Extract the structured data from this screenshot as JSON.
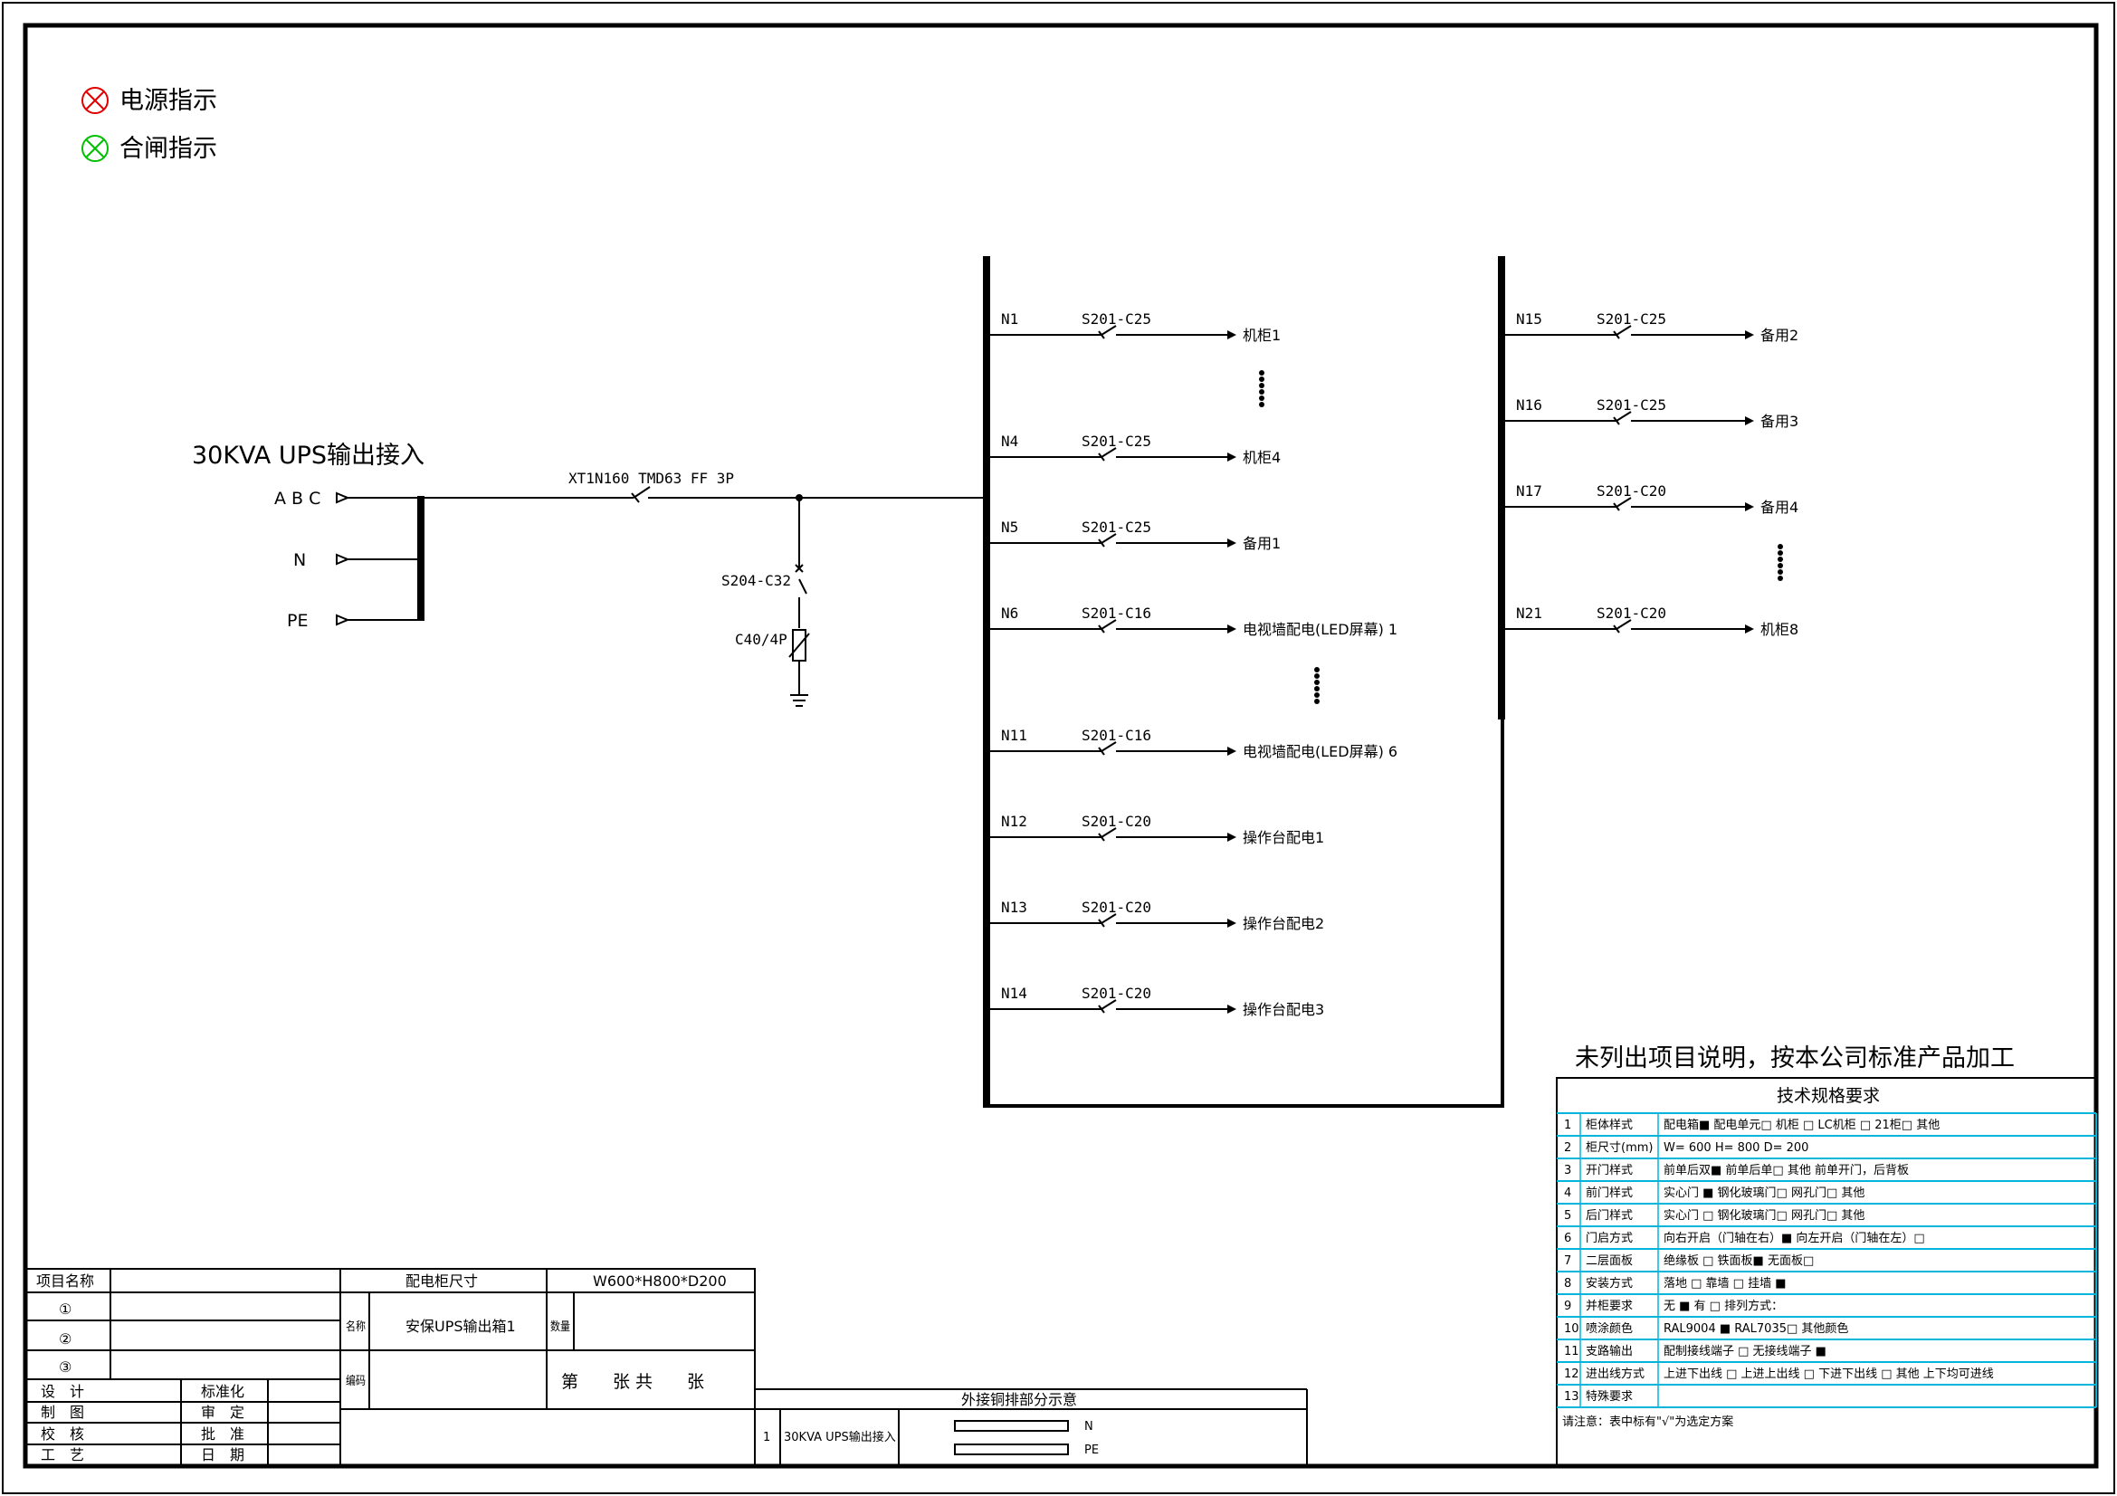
{
  "legend": {
    "power_indicator": "电源指示",
    "close_indicator": "合闸指示",
    "power_color": "#e00000",
    "close_color": "#00c000"
  },
  "input": {
    "title": "30KVA UPS输出接入",
    "phases": "A B C",
    "neutral": "N",
    "pe": "PE",
    "main_breaker": "XT1N160 TMD63 FF 3P",
    "spd_breaker": "S204-C32",
    "spd": "C40/4P"
  },
  "left_busbar": {
    "circuits": [
      {
        "id": "N1",
        "breaker": "S201-C25",
        "load": "机柜1"
      },
      {
        "id": "N4",
        "breaker": "S201-C25",
        "load": "机柜4"
      },
      {
        "id": "N5",
        "breaker": "S201-C25",
        "load": "备用1"
      },
      {
        "id": "N6",
        "breaker": "S201-C16",
        "load": "电视墙配电(LED屏幕) 1"
      },
      {
        "id": "N11",
        "breaker": "S201-C16",
        "load": "电视墙配电(LED屏幕) 6"
      },
      {
        "id": "N12",
        "breaker": "S201-C20",
        "load": "操作台配电1"
      },
      {
        "id": "N13",
        "breaker": "S201-C20",
        "load": "操作台配电2"
      },
      {
        "id": "N14",
        "breaker": "S201-C20",
        "load": "操作台配电3"
      }
    ]
  },
  "right_busbar": {
    "circuits": [
      {
        "id": "N15",
        "breaker": "S201-C25",
        "load": "备用2"
      },
      {
        "id": "N16",
        "breaker": "S201-C25",
        "load": "备用3"
      },
      {
        "id": "N17",
        "breaker": "S201-C20",
        "load": "备用4"
      },
      {
        "id": "N21",
        "breaker": "S201-C20",
        "load": "机柜8"
      }
    ]
  },
  "notice": "未列出项目说明，按本公司标准产品加工",
  "spec": {
    "title": "技术规格要求",
    "rows": [
      {
        "no": "1",
        "label": "柜体样式",
        "content": "配电箱■  配电单元□  机柜 □  LC机柜 □  21柜□  其他"
      },
      {
        "no": "2",
        "label": "柜尺寸(mm)",
        "content": "W= 600  H= 800  D= 200"
      },
      {
        "no": "3",
        "label": "开门样式",
        "content": "前单后双■  前单后单□  其他  前单开门，后背板"
      },
      {
        "no": "4",
        "label": "前门样式",
        "content": "实心门 ■  钢化玻璃门□  网孔门□  其他"
      },
      {
        "no": "5",
        "label": "后门样式",
        "content": "实心门 □  钢化玻璃门□  网孔门□  其他"
      },
      {
        "no": "6",
        "label": "门启方式",
        "content": "向右开启（门轴在右）■  向左开启（门轴在左）□"
      },
      {
        "no": "7",
        "label": "二层面板",
        "content": "绝缘板 □  铁面板■  无面板□"
      },
      {
        "no": "8",
        "label": "安装方式",
        "content": "落地 □  靠墙 □  挂墙 ■"
      },
      {
        "no": "9",
        "label": "并柜要求",
        "content": "无 ■  有 □ 排列方式："
      },
      {
        "no": "10",
        "label": "喷涂颜色",
        "content": "RAL9004 ■  RAL7035□  其他颜色"
      },
      {
        "no": "11",
        "label": "支路输出",
        "content": "配制接线端子 □  无接线端子 ■"
      },
      {
        "no": "12",
        "label": "进出线方式",
        "content": "上进下出线 □  上进上出线 □  下进下出线 □  其他  上下均可进线"
      },
      {
        "no": "13",
        "label": "特殊要求",
        "content": ""
      }
    ],
    "note": "请注意：表中标有\"√\"为选定方案"
  },
  "titleblock": {
    "project_name": "项目名称",
    "circle1": "①",
    "circle2": "②",
    "circle3": "③",
    "design": "设　计",
    "draw": "制　图",
    "check": "校　核",
    "craft": "工　艺",
    "standard": "标准化",
    "review": "审　定",
    "approve": "批　准",
    "date": "日　期",
    "name_label": "名称",
    "code_label": "编码",
    "qty_label": "数量",
    "name_value": "安保UPS输出箱1",
    "size_label": "配电柜尺寸",
    "size_value": "W600*H800*D200",
    "sheet_text": "第　　张 共　　张"
  },
  "busbar_table": {
    "title": "外接铜排部分示意",
    "row_no": "1",
    "row_label": "30KVA UPS输出接入",
    "bar1": "N",
    "bar2": "PE"
  }
}
